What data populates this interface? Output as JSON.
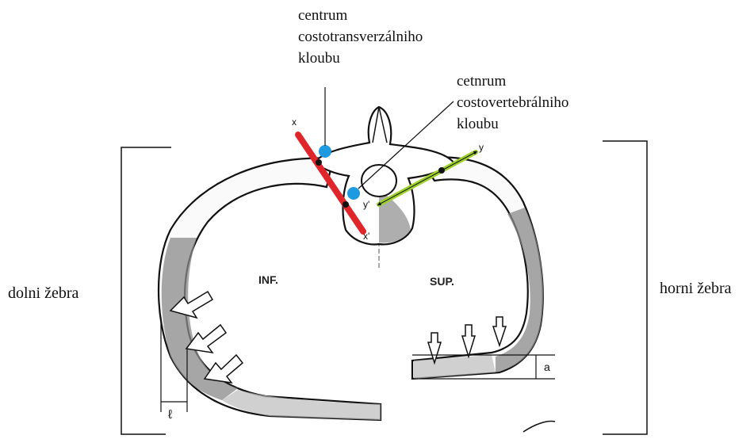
{
  "labels": {
    "centrum_ct": [
      "centrum",
      "costotransverzálniho",
      "kloubu"
    ],
    "centrum_cv": [
      "cetnrum",
      "costovertebrálniho",
      "kloubu"
    ],
    "lower_ribs": "dolni žebra",
    "upper_ribs": "horni žebra"
  },
  "figure": {
    "inf": "INF.",
    "sup": "SUP.",
    "axis_x": "x",
    "axis_x2": "x'",
    "axis_y": "y",
    "axis_y2": "y'",
    "dim_l": "ℓ",
    "dim_a": "a"
  },
  "colors": {
    "x_axis": "#e0262b",
    "y_axis": "#9ed12a",
    "joint": "#1e9be0",
    "shade": "#8a8a8a"
  }
}
